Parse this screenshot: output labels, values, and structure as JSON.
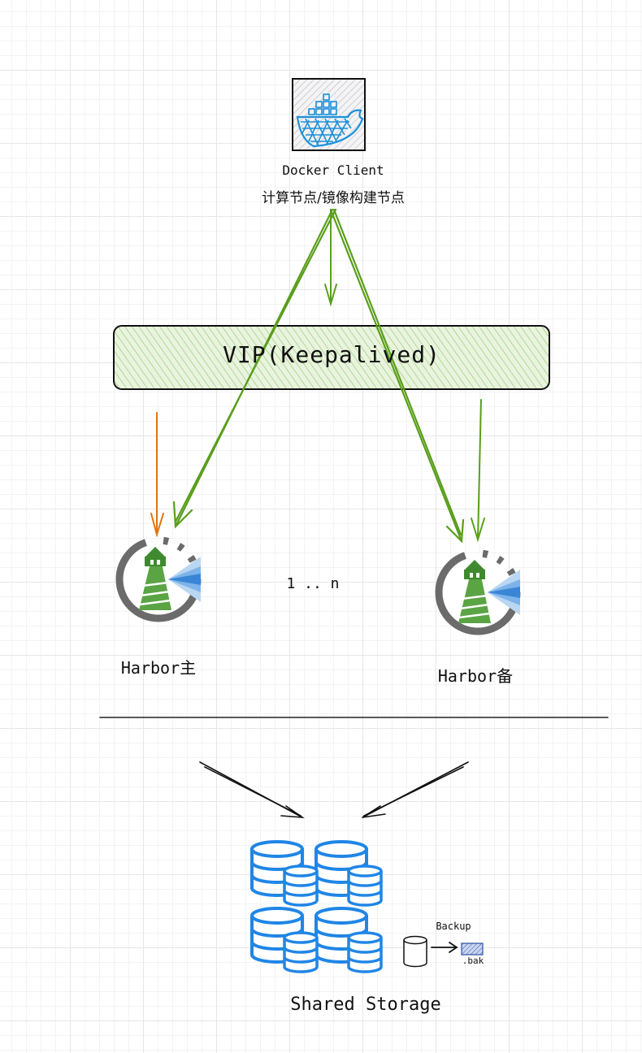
{
  "docker_client": {
    "name": "Docker Client",
    "role": "计算节点/镜像构建节点",
    "icon": "docker-whale-icon"
  },
  "vip": {
    "label": "VIP(Keepalived)",
    "fill": "#d5e8d4"
  },
  "harbor_nodes": {
    "primary_label": "Harbor主",
    "standby_label": "Harbor备",
    "multiplicity": "1 .. n",
    "icon": "harbor-lighthouse-icon"
  },
  "storage": {
    "label": "Shared Storage",
    "backup_label": "Backup",
    "backup_file": ".bak",
    "icon": "database-cluster-icon"
  },
  "colors": {
    "client_arrows": "#5a9e1c",
    "vip_arrow_primary": "#e0760f",
    "vip_arrow_standby": "#5a9e1c",
    "storage_icon": "#1f86e6",
    "harbor_ring": "#6b6b6b",
    "harbor_tower": "#5aa444",
    "harbor_beam": "#4a90d9"
  }
}
